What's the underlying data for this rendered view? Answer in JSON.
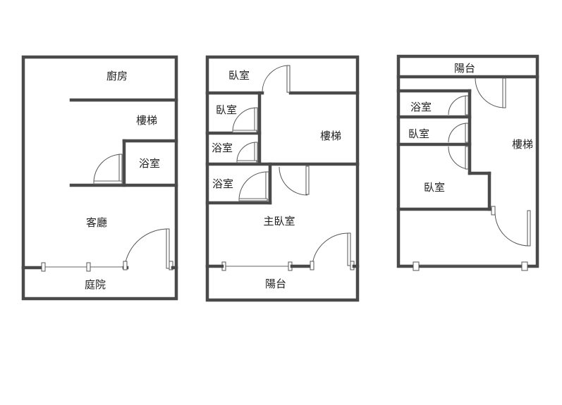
{
  "floor_plans": [
    {
      "id": "floor-1",
      "rooms": {
        "kitchen": "廚房",
        "stairs": "樓梯",
        "bathroom": "浴室",
        "living_room": "客廳",
        "courtyard": "庭院"
      }
    },
    {
      "id": "floor-2",
      "rooms": {
        "bedroom_top": "臥室",
        "bedroom_small": "臥室",
        "stairs": "樓梯",
        "bathroom_a": "浴室",
        "bathroom_b": "浴室",
        "master_bedroom": "主臥室",
        "balcony": "陽台"
      }
    },
    {
      "id": "floor-3",
      "rooms": {
        "balcony": "陽台",
        "bathroom": "浴室",
        "bedroom_small": "臥室",
        "stairs": "樓梯",
        "bedroom": "臥室"
      }
    }
  ]
}
